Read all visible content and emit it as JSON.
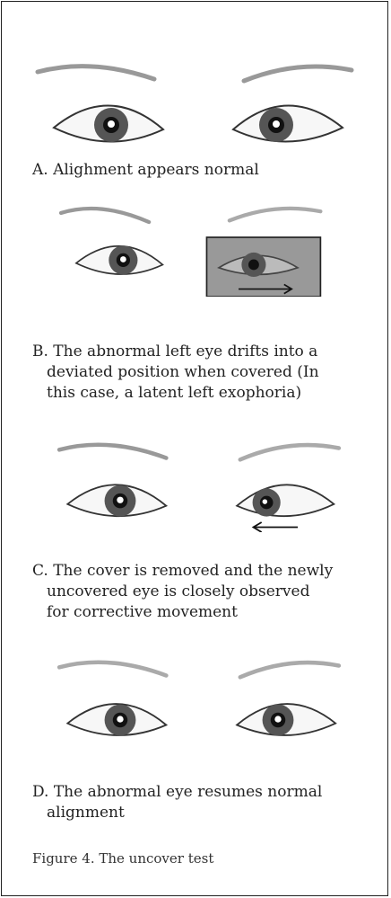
{
  "panels": [
    {
      "id": "A",
      "caption": "A. Alighment appears normal"
    },
    {
      "id": "B",
      "caption_line1": "B. The abnormal left eye drifts into a",
      "caption_line2": "deviated position when covered (In",
      "caption_line3": "this case, a latent left exophoria)"
    },
    {
      "id": "C",
      "caption_line1": "C. The cover is removed and the newly",
      "caption_line2": "uncovered eye is closely observed",
      "caption_line3": "for corrective movement"
    },
    {
      "id": "D",
      "caption_line1": "D. The abnormal eye resumes normal",
      "caption_line2": "alignment"
    }
  ],
  "figure_caption": "Figure 4. The uncover test"
}
